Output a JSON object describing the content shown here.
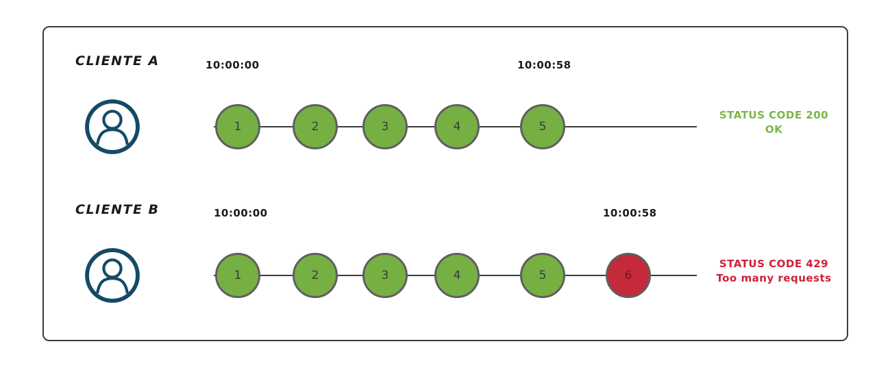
{
  "colors": {
    "ok-green": "#76b043",
    "error-red": "#c42a3a",
    "circle-border": "#5f5f5f",
    "line": "#3a3a3a",
    "avatar-navy": "#154a66",
    "status-green": "#7ab648",
    "status-red": "#cf2136"
  },
  "rows": [
    {
      "client": "CLIENTE A",
      "start_time": "10:00:00",
      "end_time": "10:00:58",
      "requests": [
        "1",
        "2",
        "3",
        "4",
        "5"
      ],
      "status_line1": "STATUS CODE 200",
      "status_line2": "OK"
    },
    {
      "client": "CLIENTE B",
      "start_time": "10:00:00",
      "end_time": "10:00:58",
      "requests": [
        "1",
        "2",
        "3",
        "4",
        "5",
        "6"
      ],
      "status_line1": "STATUS CODE 429",
      "status_line2": "Too many requests"
    }
  ]
}
